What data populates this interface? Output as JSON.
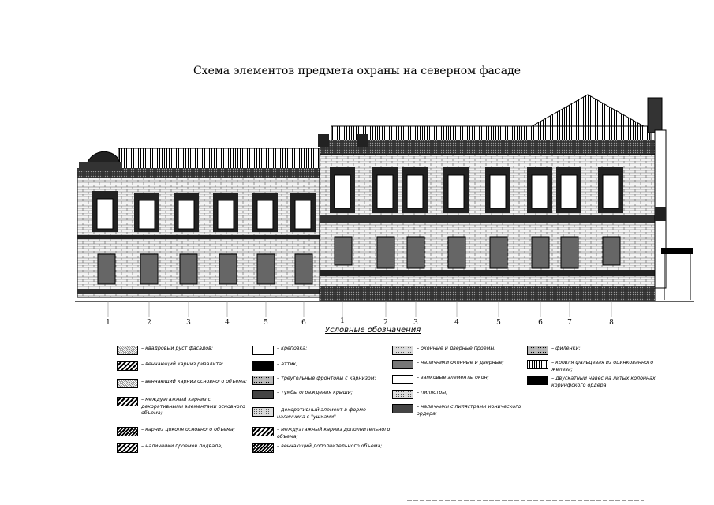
{
  "title": "Схема элементов предмета охраны на северном фасаде",
  "legend_title": "Условные обозначения",
  "axis_left": [
    "1",
    "2",
    "3",
    "4",
    "5",
    "6"
  ],
  "axis_right": [
    "1",
    "2",
    "3",
    "4",
    "5",
    "6",
    "7",
    "8"
  ],
  "legend": [
    {
      "text": "– квадровый руст фасадов;",
      "swatch": "sw-hatchL"
    },
    {
      "text": "– венчающий карниз ризалита;",
      "swatch": "sw-hatch"
    },
    {
      "text": "– венчающий карниз основного объема;",
      "swatch": "sw-hatchL"
    },
    {
      "text": "– междуэтажный карниз с декоративными элементами основного объема;",
      "swatch": "sw-hatch"
    },
    {
      "text": "– карниз цоколя основного объема;",
      "swatch": "sw-hatchD"
    },
    {
      "text": "– наличники проемов подвала;",
      "swatch": "sw-hatch"
    },
    {
      "text": "– креповка;",
      "swatch": "sw-white"
    },
    {
      "text": "– аттик;",
      "swatch": "sw-black"
    },
    {
      "text": "– треугольные фронтоны с карнизом;",
      "swatch": "sw-dots"
    },
    {
      "text": "– тумбы ограждения крыши;",
      "swatch": "sw-greyD"
    },
    {
      "text": "– декоративный элемент в форме наличника с \"ушками\"",
      "swatch": "sw-dotsL"
    },
    {
      "text": "– междуэтажный карниз дополнительного объема;",
      "swatch": "sw-hatch"
    },
    {
      "text": "– венчающий дополнительного объема;",
      "swatch": "sw-hatchD"
    },
    {
      "text": "– оконные и дверные проемы;",
      "swatch": "sw-dotsL"
    },
    {
      "text": "– наличники оконные и дверные;",
      "swatch": "sw-grey"
    },
    {
      "text": "– замковые элементы окон;",
      "swatch": "sw-white"
    },
    {
      "text": "– пилястры;",
      "swatch": "sw-dotsL"
    },
    {
      "text": "– наличники с пилястрами ионического ордера;",
      "swatch": "sw-greyD"
    },
    {
      "text": "– филенки;",
      "swatch": "sw-dots"
    },
    {
      "text": "– кровля фальцевая из оцинкованного железа;",
      "swatch": "sw-vert"
    },
    {
      "text": "– двускатный навес на литых колоннах коринфского ордера",
      "swatch": "sw-black"
    }
  ]
}
